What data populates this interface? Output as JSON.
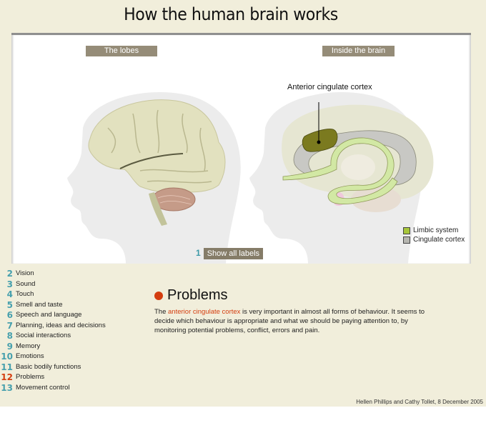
{
  "header": {
    "title": "How the human brain works"
  },
  "panel": {
    "tabs": [
      {
        "label": "The lobes"
      },
      {
        "label": "Inside the brain"
      }
    ],
    "show_labels": {
      "number": "1",
      "label": "Show all labels"
    },
    "annotation": "Anterior cingulate cortex",
    "legend": [
      {
        "label": "Limbic  system",
        "color": "#a7c63a"
      },
      {
        "label": "Cingulate cortex",
        "color": "#b6b6b0"
      }
    ]
  },
  "menu": {
    "items": [
      {
        "num": "2",
        "label": "Vision"
      },
      {
        "num": "3",
        "label": "Sound"
      },
      {
        "num": "4",
        "label": "Touch"
      },
      {
        "num": "5",
        "label": "Smell and taste"
      },
      {
        "num": "6",
        "label": "Speech and language"
      },
      {
        "num": "7",
        "label": "Planning, ideas and decisions"
      },
      {
        "num": "8",
        "label": "Social interactions"
      },
      {
        "num": "9",
        "label": "Memory"
      },
      {
        "num": "10",
        "label": "Emotions"
      },
      {
        "num": "11",
        "label": "Basic bodily functions"
      },
      {
        "num": "12",
        "label": "Problems",
        "active": true
      },
      {
        "num": "13",
        "label": "Movement control"
      }
    ]
  },
  "detail": {
    "title": "Problems",
    "text_before": "The ",
    "highlight": "anterior cingulate cortex",
    "text_after": " is very important in almost all forms of behaviour. It seems to decide which behaviour is appropriate and what we should be paying attention to, by monitoring potential problems, conflict, errors and pain."
  },
  "credit": "Hellen Phillips and Cathy Tollet, 8 December 2005",
  "colors": {
    "accent": "#d43d0f",
    "teal": "#47a0ad",
    "background": "#f1eedb"
  }
}
